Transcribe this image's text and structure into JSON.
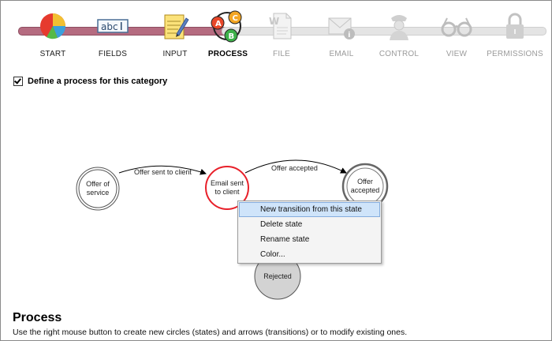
{
  "wizard": {
    "steps": [
      {
        "label": "START",
        "icon": "pie-chart-icon",
        "state": "done"
      },
      {
        "label": "FIELDS",
        "icon": "text-field-icon",
        "state": "done"
      },
      {
        "label": "INPUT",
        "icon": "notepad-pencil-icon",
        "state": "done"
      },
      {
        "label": "PROCESS",
        "icon": "process-abc-icon",
        "state": "current"
      },
      {
        "label": "FILE",
        "icon": "word-document-icon",
        "state": "disabled"
      },
      {
        "label": "EMAIL",
        "icon": "email-info-icon",
        "state": "disabled"
      },
      {
        "label": "CONTROL",
        "icon": "police-officer-icon",
        "state": "disabled"
      },
      {
        "label": "VIEW",
        "icon": "glasses-icon",
        "state": "disabled"
      },
      {
        "label": "PERMISSIONS",
        "icon": "padlock-icon",
        "state": "disabled"
      }
    ]
  },
  "process_checkbox": {
    "label": "Define a process for this category",
    "checked": true
  },
  "diagram": {
    "states": [
      {
        "label_line1": "Offer of",
        "label_line2": "service",
        "style": "final-double"
      },
      {
        "label_line1": "Email sent",
        "label_line2": "to client",
        "style": "selected"
      },
      {
        "label_line1": "Offer",
        "label_line2": "accepted",
        "style": "final-double"
      },
      {
        "label_line1": "Rejected",
        "label_line2": "",
        "style": "filled"
      }
    ],
    "transitions": [
      {
        "label": "Offer sent to client"
      },
      {
        "label": "Offer accepted"
      }
    ],
    "colors": {
      "selected_outline": "#e8202a",
      "filled_state": "#d3d3d3",
      "menu_highlight": "#cfe4fa"
    }
  },
  "context_menu": {
    "items": [
      {
        "label": "New transition from this state",
        "highlighted": true
      },
      {
        "label": "Delete state",
        "highlighted": false
      },
      {
        "label": "Rename state",
        "highlighted": false
      },
      {
        "label": "Color...",
        "highlighted": false
      }
    ]
  },
  "help": {
    "title": "Process",
    "text": "Use the right mouse button to create new circles (states) and arrows (transitions) or to modify existing ones."
  }
}
